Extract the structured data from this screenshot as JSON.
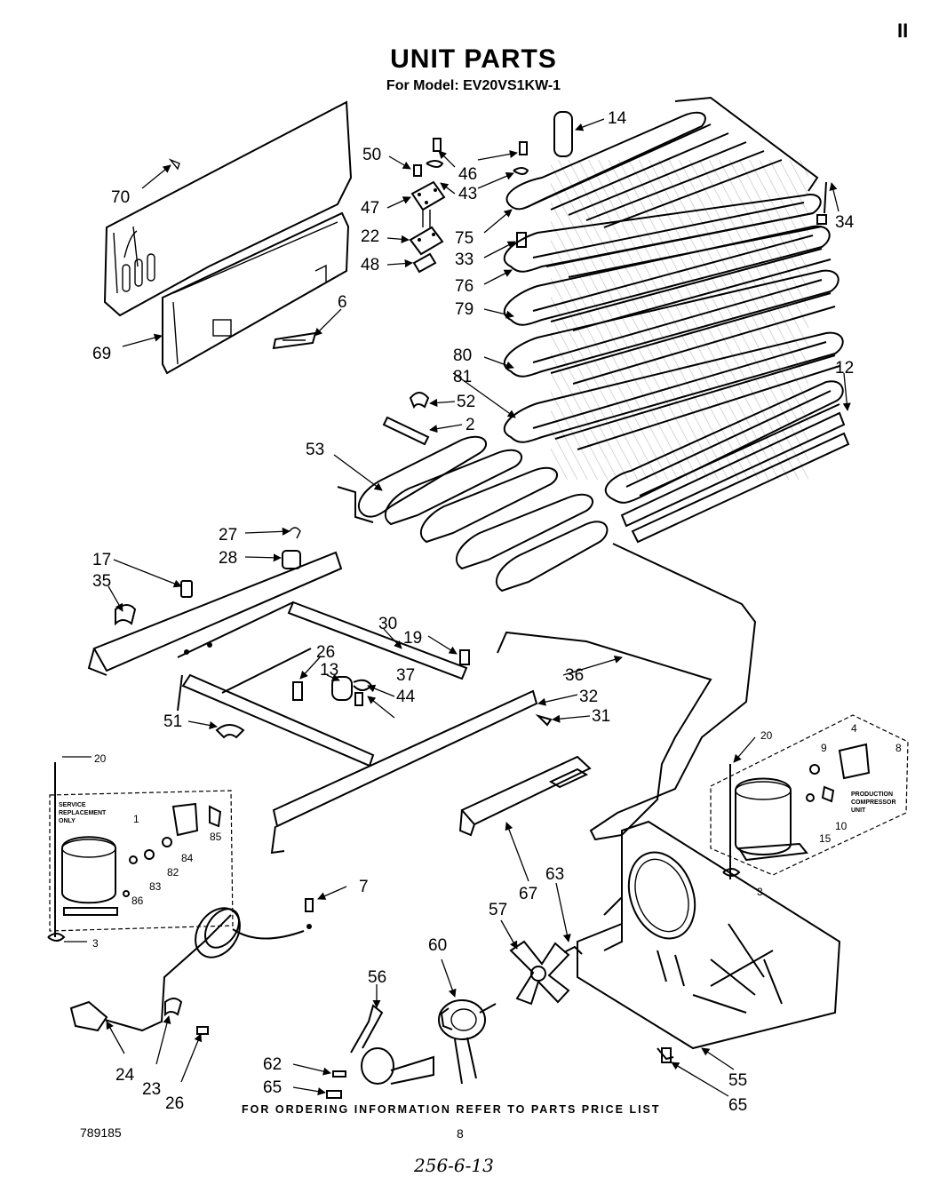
{
  "header": {
    "title": "UNIT PARTS",
    "subtitle": "For Model: EV20VS1KW-1",
    "corner_mark": "II"
  },
  "callouts": [
    "70",
    "50",
    "46",
    "47",
    "43",
    "22",
    "48",
    "14",
    "75",
    "33",
    "34",
    "76",
    "79",
    "80",
    "81",
    "6",
    "69",
    "52",
    "2",
    "12",
    "53",
    "27",
    "28",
    "17",
    "35",
    "30",
    "19",
    "26",
    "13",
    "37",
    "36",
    "32",
    "44",
    "31",
    "51",
    "20",
    "1",
    "84",
    "85",
    "82",
    "83",
    "86",
    "3",
    "7",
    "24",
    "23",
    "26",
    "56",
    "60",
    "57",
    "63",
    "67",
    "62",
    "65",
    "55",
    "65",
    "20",
    "4",
    "9",
    "15",
    "10",
    "3",
    "8"
  ],
  "inset_left": {
    "label": "SERVICE REPLACEMENT ONLY"
  },
  "inset_right": {
    "label": "PRODUCTION COMPRESSOR UNIT"
  },
  "footer": {
    "ordering_note": "FOR ORDERING INFORMATION REFER TO PARTS PRICE LIST",
    "doc_number": "789185",
    "page_number": "8",
    "handwritten": "256-6-13"
  }
}
